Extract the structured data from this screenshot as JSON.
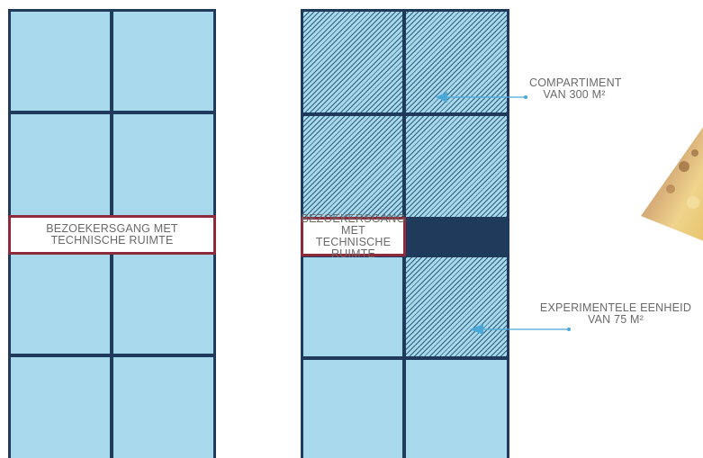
{
  "corridor": {
    "line1": "BEZOEKERSGANG MET",
    "line2": "TECHNISCHE RUIMTE"
  },
  "callouts": {
    "compartment": {
      "line1": "COMPARTIMENT",
      "line2": "VAN 300 M²"
    },
    "experimental": {
      "line1": "EXPERIMENTELE EENHEID",
      "line2": "VAN 75 M²"
    }
  },
  "colors": {
    "cell_fill": "#a8d8ec",
    "grid_lines": "#1f3a5a",
    "corridor_border": "#8e2a3b",
    "hatch": "#2d5e7c",
    "callout_line": "#4aa8d8",
    "text": "#6a6a6a"
  }
}
